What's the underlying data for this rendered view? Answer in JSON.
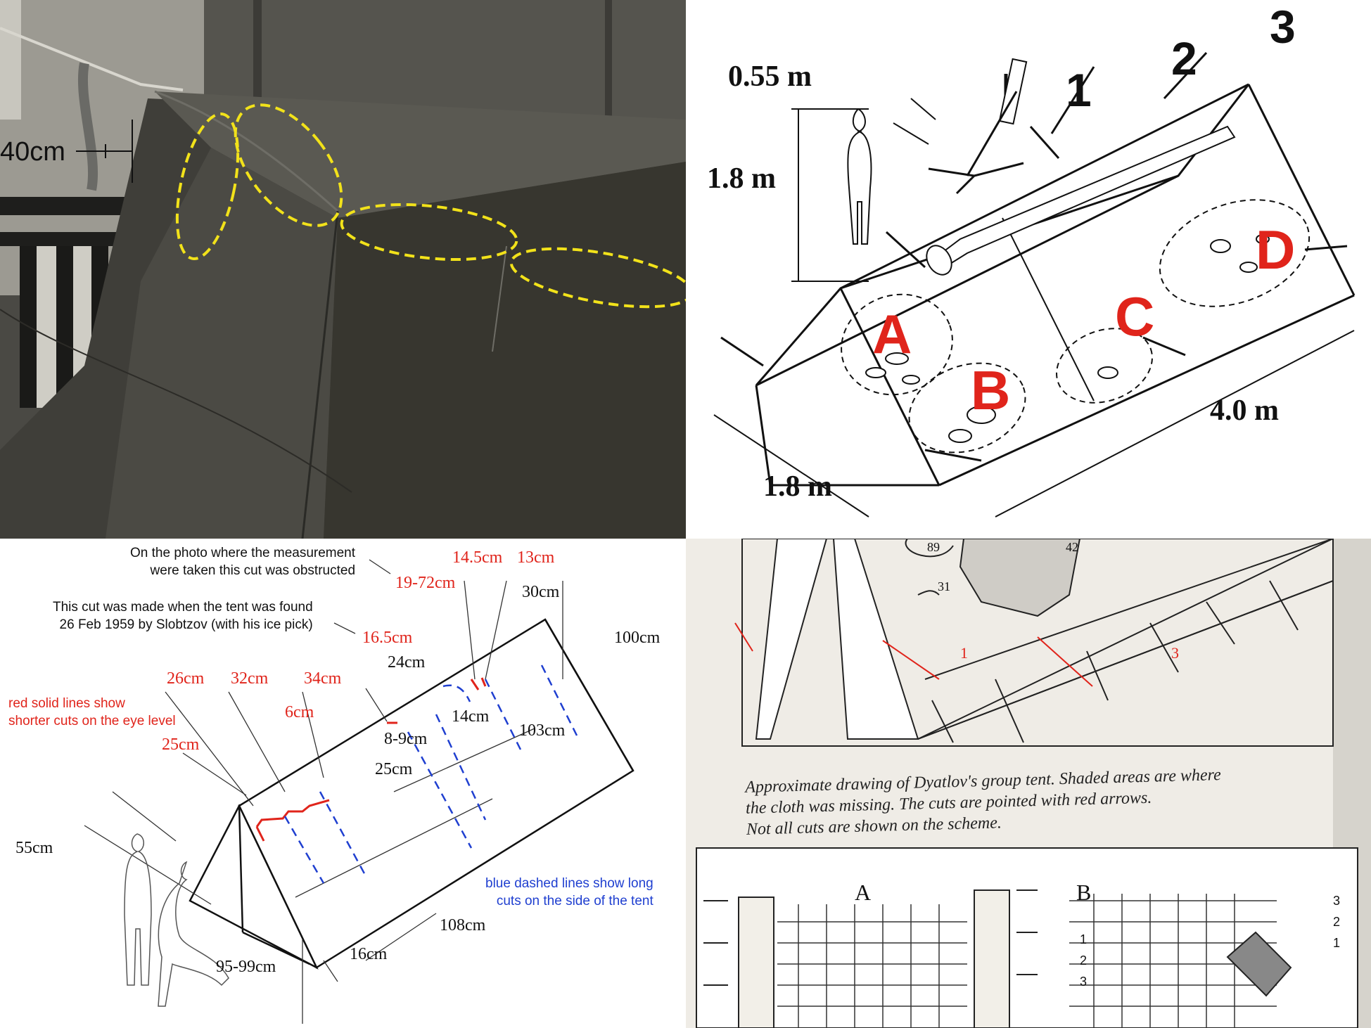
{
  "photo": {
    "measure_label": "40cm"
  },
  "tent_plan": {
    "dim_ridge": "0.55 m",
    "dim_height": "1.8 m",
    "dim_width": "1.8 m",
    "dim_length": "4.0 m",
    "numbers": [
      "1",
      "2",
      "3"
    ],
    "zones": [
      "A",
      "B",
      "C",
      "D"
    ]
  },
  "cut_diagram": {
    "note_obstructed": "On the photo where the measurement\nwere taken this cut was obstructed",
    "note_slobtzov": "This cut was made when the tent was found\n26 Feb 1959 by Slobtzov (with his ice pick)",
    "legend_red": "red solid lines show\nshorter cuts on the eye level",
    "legend_blue": "blue dashed lines show long\ncuts on the side of the tent",
    "red_labels": [
      "14.5cm",
      "13cm",
      "19-72cm",
      "16.5cm",
      "26cm",
      "32cm",
      "34cm",
      "6cm",
      "25cm"
    ],
    "black_labels": [
      "30cm",
      "100cm",
      "24cm",
      "14cm",
      "103cm",
      "8-9cm",
      "25cm",
      "55cm",
      "108cm",
      "16cm",
      "95-99cm"
    ]
  },
  "scheme": {
    "labels": [
      "89",
      "42",
      "31",
      "1",
      "3"
    ],
    "caption": "Approximate drawing of Dyatlov's group tent. Shaded areas are where\nthe cloth was missing. The cuts are pointed with red arrows.\nNot all cuts are shown on the scheme.",
    "inset_a": "A",
    "inset_b": "B",
    "inset_b_left_nums": [
      "1",
      "2",
      "3"
    ],
    "inset_b_right_nums": [
      "3",
      "2",
      "1"
    ]
  },
  "colors": {
    "dashed_highlight": "#f2e21a",
    "cut_red": "#e0241b",
    "cut_blue": "#1f3fd0"
  }
}
